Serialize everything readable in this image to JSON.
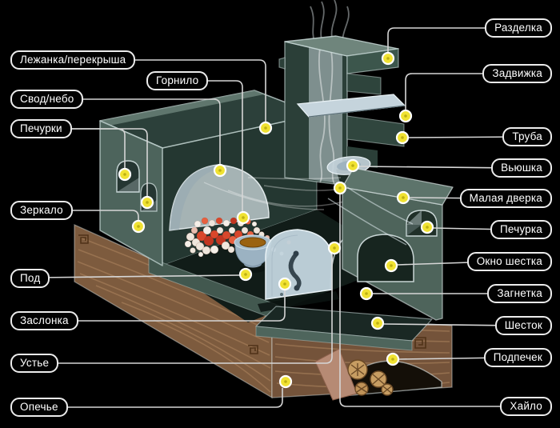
{
  "diagram": {
    "subject": "russian-stove-cutaway",
    "background": "#000000",
    "marker_color": "#f0e232",
    "marker_ring": "#ffffff",
    "leader_color": "#d6d6d6",
    "pill_border": "#ececec",
    "pill_text_color": "#ffffff"
  },
  "labels": {
    "left": [
      {
        "id": "lezhanka-perekrysha",
        "text": "Лежанка/перекрыша"
      },
      {
        "id": "gornilo",
        "text": "Горнило"
      },
      {
        "id": "svod-nebo",
        "text": "Свод/небо"
      },
      {
        "id": "pechurki",
        "text": "Печурки"
      },
      {
        "id": "zerkalo",
        "text": "Зеркало"
      },
      {
        "id": "pod",
        "text": "Под"
      },
      {
        "id": "zaslonka",
        "text": "Заслонка"
      },
      {
        "id": "ustye",
        "text": "Устье"
      },
      {
        "id": "opechye",
        "text": "Опечье"
      }
    ],
    "right": [
      {
        "id": "razdelka",
        "text": "Разделка"
      },
      {
        "id": "zadvizhka",
        "text": "Задвижка"
      },
      {
        "id": "truba",
        "text": "Труба"
      },
      {
        "id": "vyushka",
        "text": "Вьюшка"
      },
      {
        "id": "malaya-dverka",
        "text": "Малая дверка"
      },
      {
        "id": "pechurka",
        "text": "Печурка"
      },
      {
        "id": "okno-shestka",
        "text": "Окно шестка"
      },
      {
        "id": "zagnetka",
        "text": "Загнетка"
      },
      {
        "id": "shestok",
        "text": "Шесток"
      },
      {
        "id": "podpechek",
        "text": "Подпечек"
      },
      {
        "id": "khaylo",
        "text": "Хайло"
      }
    ]
  }
}
